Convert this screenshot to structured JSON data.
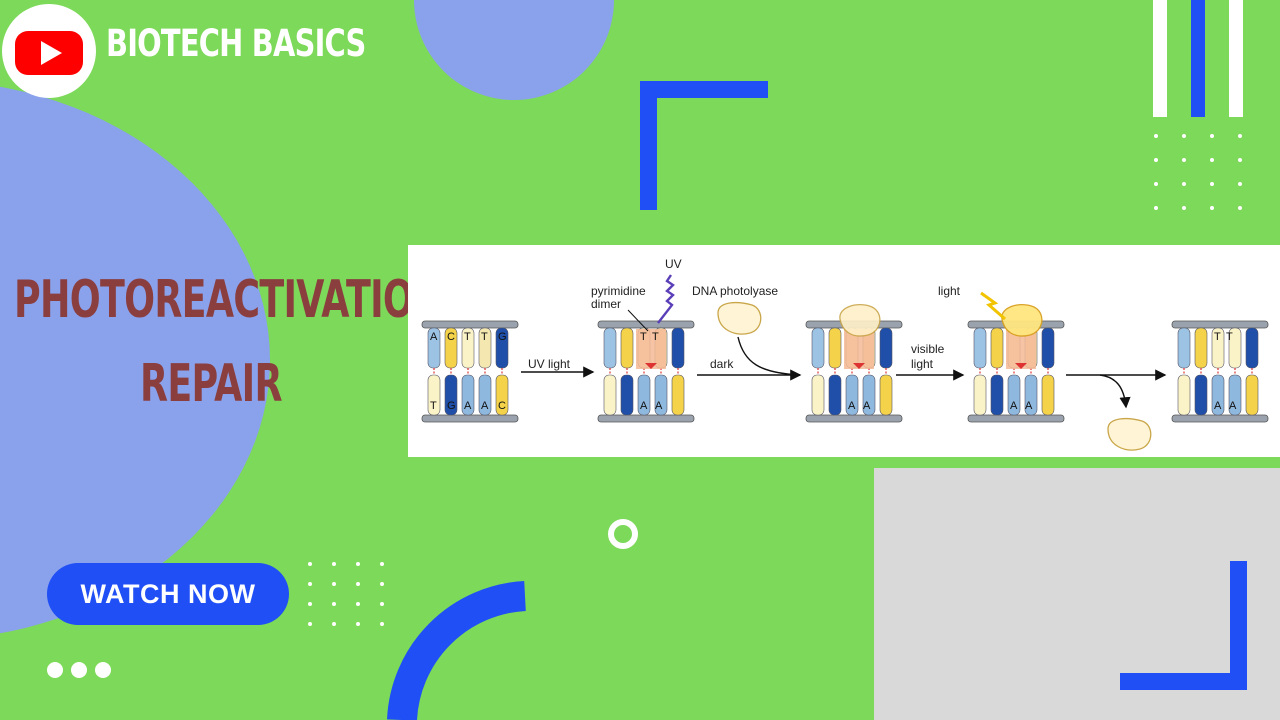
{
  "channel": {
    "name": "BIOTECH BASICS",
    "logo": "youtube-play-icon"
  },
  "title": {
    "line1": "PHOTOREACTIVATION",
    "line2": "REPAIR"
  },
  "cta": {
    "label": "WATCH NOW"
  },
  "diagram": {
    "labels": {
      "uv_top": "UV",
      "pyrimidine": "pyrimidine",
      "dimer": "dimer",
      "dna_photolyase": "DNA photolyase",
      "uv_light": "UV light",
      "dark": "dark",
      "visible": "visible",
      "light_under": "light",
      "light_top": "light"
    },
    "top_bases": [
      "A",
      "C",
      "T",
      "T",
      "G"
    ],
    "bottom_bases": [
      "T",
      "G",
      "A",
      "A",
      "C"
    ],
    "dimer_bases": [
      "T",
      "T"
    ],
    "paired_bases": [
      "A",
      "A"
    ]
  },
  "colors": {
    "background": "#7dd95a",
    "lavender": "#8aa1ec",
    "accent_blue": "#1f4ff5",
    "title_text": "#8b3e3e",
    "panel_gray": "#d9d9d9"
  }
}
